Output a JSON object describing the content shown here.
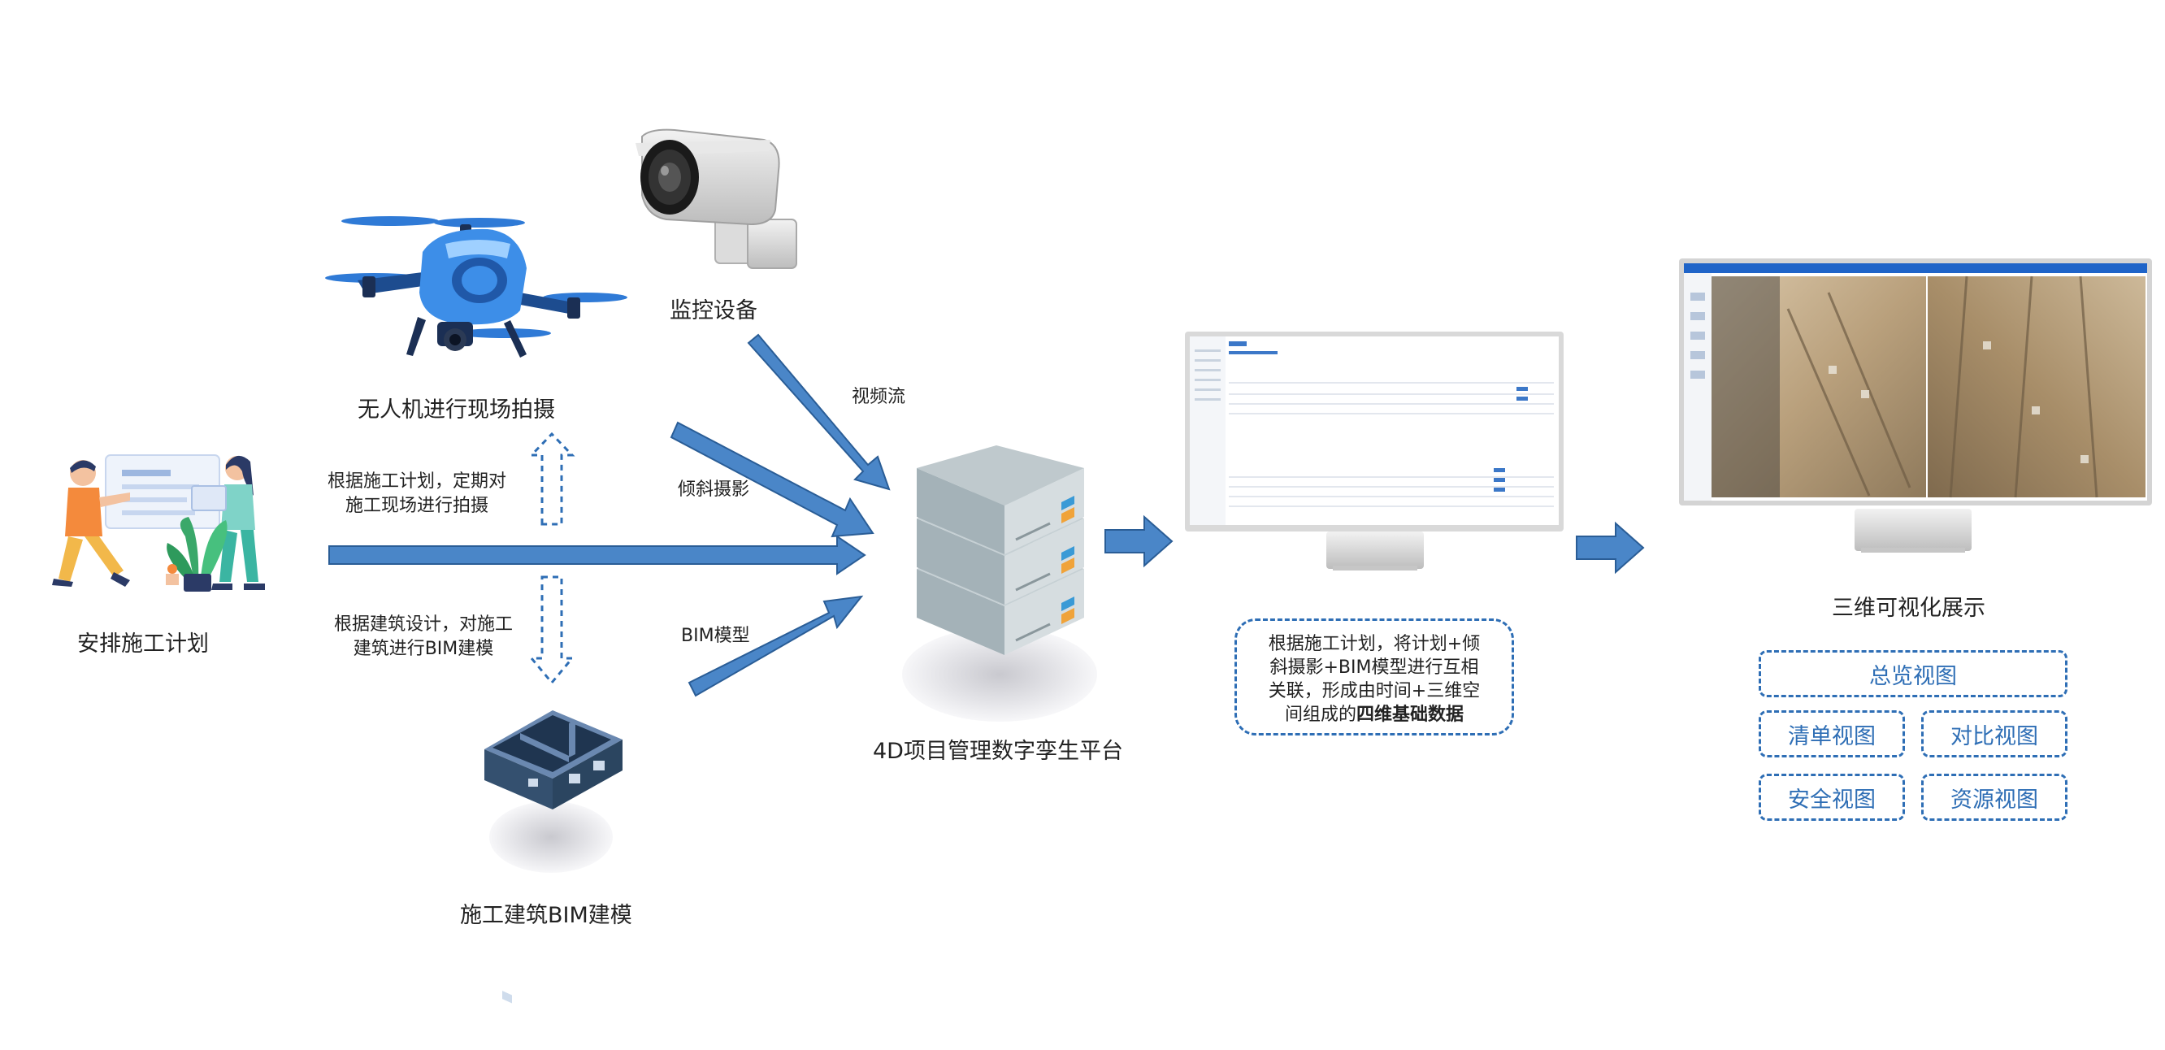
{
  "nodes": {
    "plan": "安排施工计划",
    "drone": "无人机进行现场拍摄",
    "camera": "监控设备",
    "bim": "施工建筑BIM建模",
    "platform": "4D项目管理数字孪生平台",
    "visual": "三维可视化展示"
  },
  "edges": {
    "video_stream": "视频流",
    "oblique": "倾斜摄影",
    "bim_model": "BIM模型",
    "to_drone_line1": "根据施工计划，定期对",
    "to_drone_line2": "施工现场进行拍摄",
    "to_bim_line1": "根据建筑设计，对施工",
    "to_bim_line2": "建筑进行BIM建模"
  },
  "note": {
    "line1": "根据施工计划，将计划+倾",
    "line2": "斜摄影+BIM模型进行互相",
    "line3": "关联，形成由时间+三维空",
    "line4_prefix": "间组成的",
    "line4_bold": "四维基础数据"
  },
  "views": {
    "overview": "总览视图",
    "list": "清单视图",
    "compare": "对比视图",
    "safety": "安全视图",
    "resource": "资源视图"
  },
  "colors": {
    "accent": "#2e6eb5",
    "arrow": "#4a86c8"
  }
}
